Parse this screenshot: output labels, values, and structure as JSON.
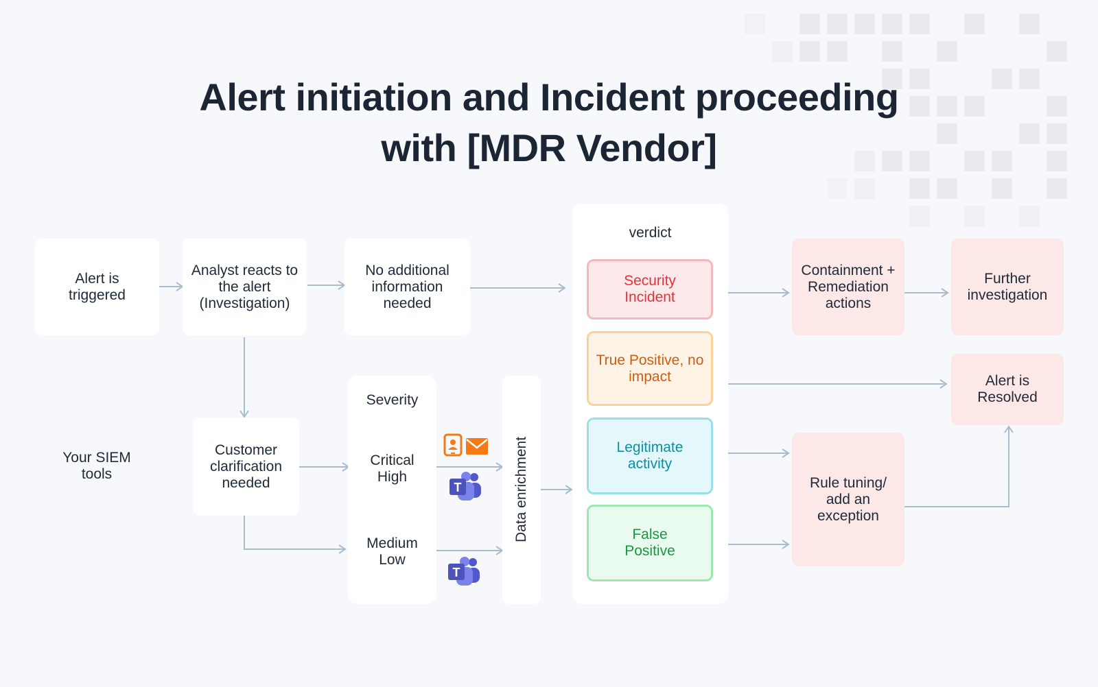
{
  "title": {
    "line1": "Alert initiation and Incident proceeding",
    "line2": "with [MDR Vendor]"
  },
  "nodes": {
    "alert_triggered": "Alert is triggered",
    "analyst_reacts": "Analyst reacts to the alert (Investigation)",
    "no_info_needed": "No additional information needed",
    "customer_clarification": "Customer clarification needed",
    "siem_tools": "Your SIEM tools",
    "data_enrichment": "Data enrichment",
    "containment": "Containment + Remediation actions",
    "further_investigation": "Further investigation",
    "alert_resolved": "Alert is Resolved",
    "rule_tuning": "Rule tuning/ add an exception"
  },
  "severity": {
    "heading": "Severity",
    "high_group": "Critical High",
    "low_group": "Medium Low"
  },
  "verdict": {
    "heading": "verdict",
    "items": [
      {
        "label": "Security Incident",
        "color": "#e2333d"
      },
      {
        "label": "True Positive, no impact",
        "color": "#cf5c0f"
      },
      {
        "label": "Legitimate activity",
        "color": "#0e8ea3"
      },
      {
        "label": "False Positive",
        "color": "#17973f"
      }
    ]
  },
  "icons": {
    "phone": "phone-icon",
    "email": "email-icon",
    "teams": "teams-icon"
  },
  "colors": {
    "arrow": "#a9bccb",
    "pink_box": "#fde8e8",
    "teams_purple": "#5059c9",
    "orange_icon": "#f57a16"
  }
}
